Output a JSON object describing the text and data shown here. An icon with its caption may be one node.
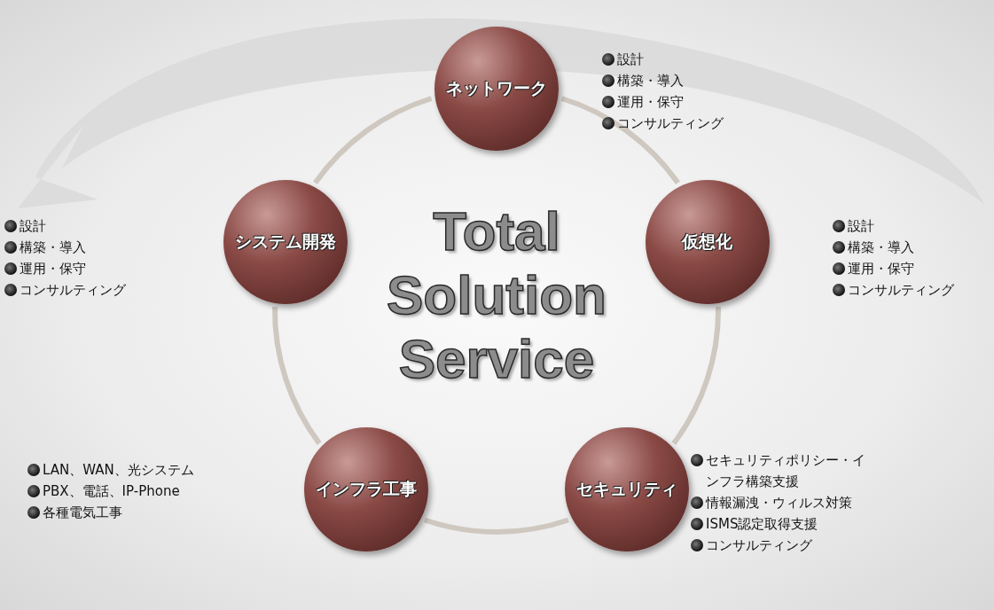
{
  "diagram": {
    "nodes": [
      {
        "text": [
          "ネットワーク"
        ],
        "beside": [
          "設計",
          "構築・導入",
          "運用・保守",
          "コンサルティング"
        ]
      },
      {
        "text": [
          "システム開発"
        ],
        "beside": [
          "設計",
          "構築・導入",
          "運用・保守",
          "コンサルティング"
        ]
      },
      {
        "text": [
          "仮想化"
        ],
        "beside": [
          "設計",
          "構築・導入",
          "運用・保守",
          "コンサルティング"
        ]
      },
      {
        "text": [
          "インフラ工事"
        ],
        "beside": [
          "LAN、WAN、光システム",
          "PBX、電話、IP-Phone",
          "各種電気工事"
        ]
      },
      {
        "text": [
          "セキュリティ"
        ],
        "beside": [
          "セキュリティポリシー・インフラ構築支援",
          "情報漏洩・ウィルス対策",
          "ISMS認定取得支援",
          "コンサルティング"
        ]
      }
    ],
    "edges": [
      {
        "from": 0,
        "to": 2,
        "arrow": "none"
      },
      {
        "from": 2,
        "to": 4,
        "arrow": "none"
      },
      {
        "from": 4,
        "to": 3,
        "arrow": "none"
      },
      {
        "from": 3,
        "to": 1,
        "arrow": "none"
      },
      {
        "from": 1,
        "to": 0,
        "arrow": "none"
      }
    ],
    "labels": [
      "Total Solution Service"
    ]
  }
}
